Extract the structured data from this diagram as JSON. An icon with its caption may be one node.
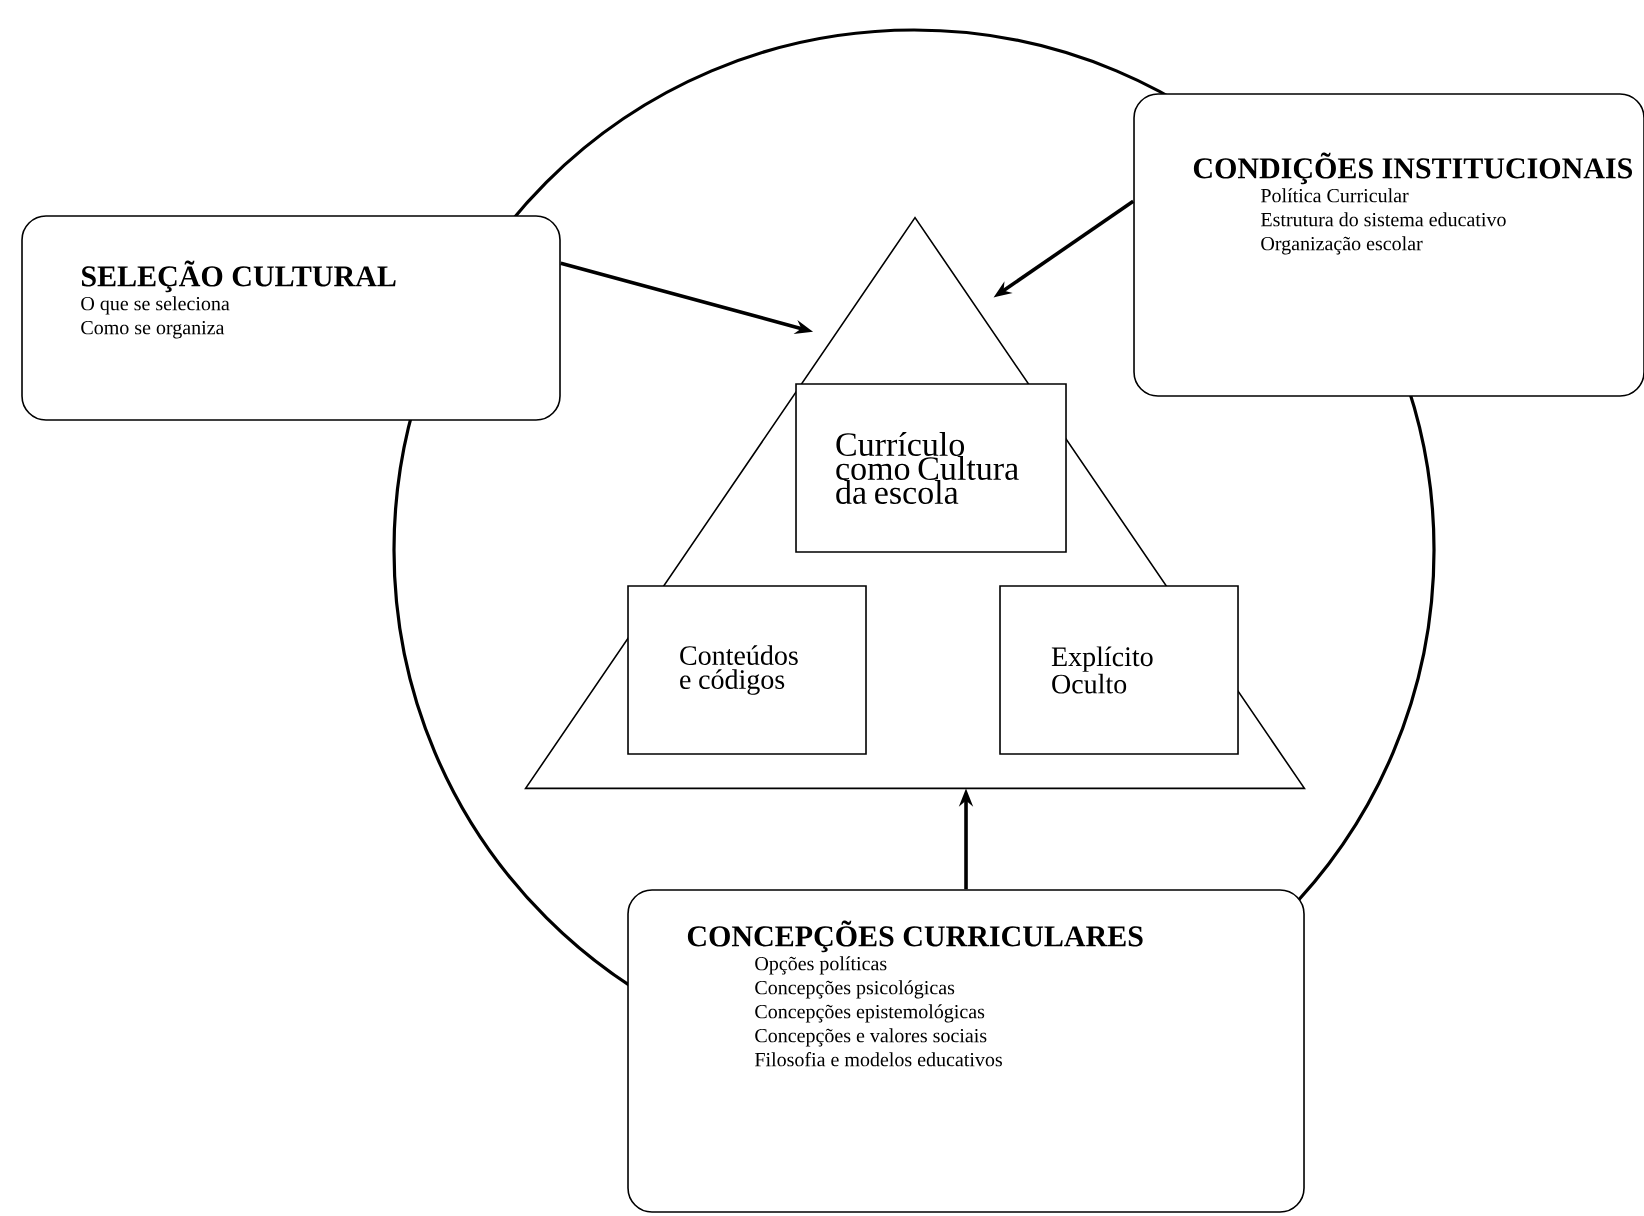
{
  "diagram": {
    "nodes": [
      {
        "text": [
          "SELEÇÃO CULTURAL",
          "O que se seleciona",
          "Como se organiza"
        ]
      },
      {
        "text": [
          "CONDIÇÕES INSTITUCIONAIS",
          "Política Curricular",
          "Estrutura do sistema educativo",
          "Organização escolar"
        ]
      },
      {
        "text": [],
        "shape": "triangle"
      },
      {
        "text": [
          "Currículo como Cultura da escola"
        ],
        "in": 2
      },
      {
        "text": [
          "Conteúdos e códigos"
        ],
        "in": 2
      },
      {
        "text": [
          "Explícito",
          "Oculto"
        ],
        "in": 2
      },
      {
        "text": [
          "CONCEPÇÕES CURRICULARES",
          "Opções políticas",
          "Concepções psicológicas",
          "Concepções epistemológicas",
          "Concepções e valores sociais",
          "Filosofia e modelos educativos"
        ]
      }
    ],
    "edges": [
      {
        "from": 0,
        "to": 2,
        "arrow": "to"
      },
      {
        "from": 1,
        "to": 2,
        "arrow": "to"
      },
      {
        "from": 6,
        "to": 2,
        "arrow": "to"
      }
    ]
  }
}
